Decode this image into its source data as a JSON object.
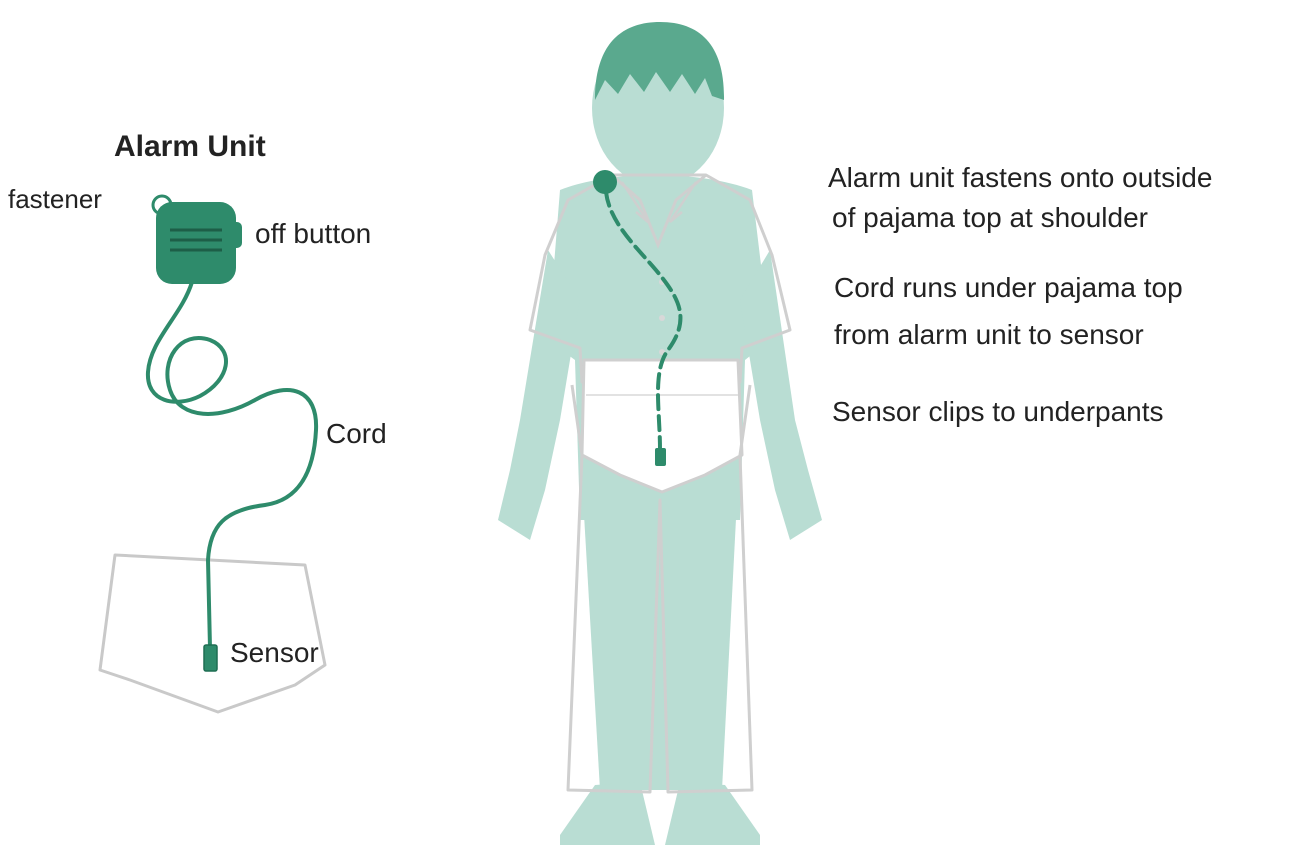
{
  "colors": {
    "dark_teal": "#2e8b6b",
    "light_teal": "#b9ddd3",
    "hair_teal": "#5aa98e",
    "clothing_outline": "#c9c9c9",
    "text": "#222222"
  },
  "diagram": {
    "left_panel": {
      "title": "Alarm Unit",
      "fastener_label": "fastener",
      "off_button_label": "off button",
      "cord_label": "Cord",
      "sensor_label": "Sensor"
    },
    "right_panel": {
      "description_1_line_1": "Alarm unit fastens onto outside",
      "description_1_line_2": "of pajama top at shoulder",
      "description_2_line_1": "Cord runs under pajama top",
      "description_2_line_2": "from alarm unit to sensor",
      "description_3": "Sensor clips to underpants"
    },
    "icons": {
      "alarm_unit": "alarm-unit-icon",
      "sensor": "sensor-icon",
      "underpants": "underpants-icon",
      "child_figure": "child-figure-icon"
    }
  }
}
